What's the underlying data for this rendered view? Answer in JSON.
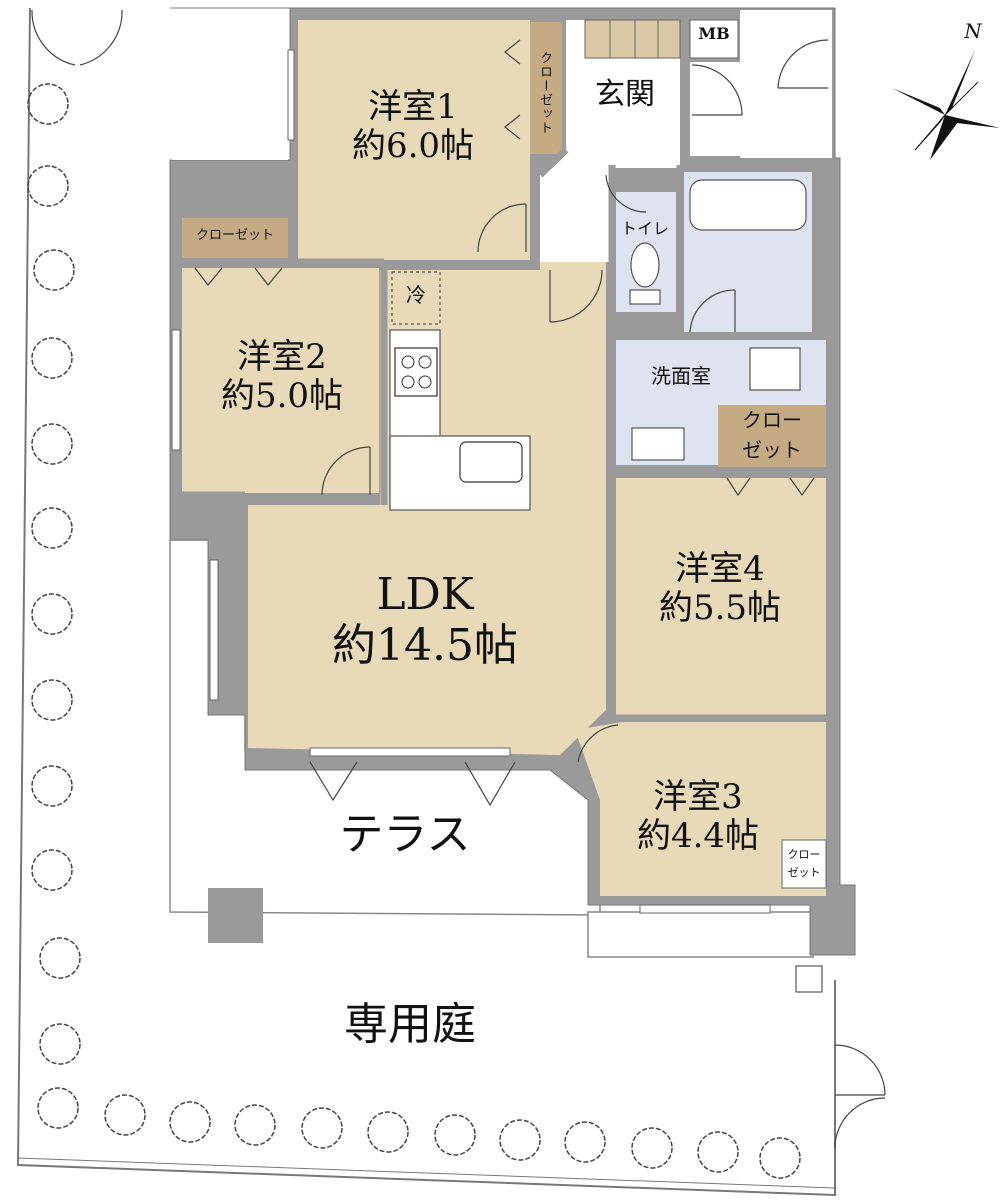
{
  "rooms": {
    "western1": {
      "name": "洋室1",
      "size": "約6.0帖"
    },
    "western2": {
      "name": "洋室2",
      "size": "約5.0帖"
    },
    "western3": {
      "name": "洋室3",
      "size": "約4.4帖"
    },
    "western4": {
      "name": "洋室4",
      "size": "約5.5帖"
    },
    "ldk": {
      "name": "LDK",
      "size": "約14.5帖"
    }
  },
  "labels": {
    "entrance": "玄関",
    "mb": "MB",
    "toilet": "トイレ",
    "washroom": "洗面室",
    "fridge": "冷",
    "closet": "クローゼット",
    "closet_line1": "クロー",
    "closet_line2": "ゼット",
    "terrace": "テラス",
    "garden": "専用庭",
    "north": "N"
  },
  "colors": {
    "room": "#e8d9b9",
    "wet_area": "#dfe3ef",
    "wall": "#9a9a9a",
    "closet": "#c4ab84"
  }
}
